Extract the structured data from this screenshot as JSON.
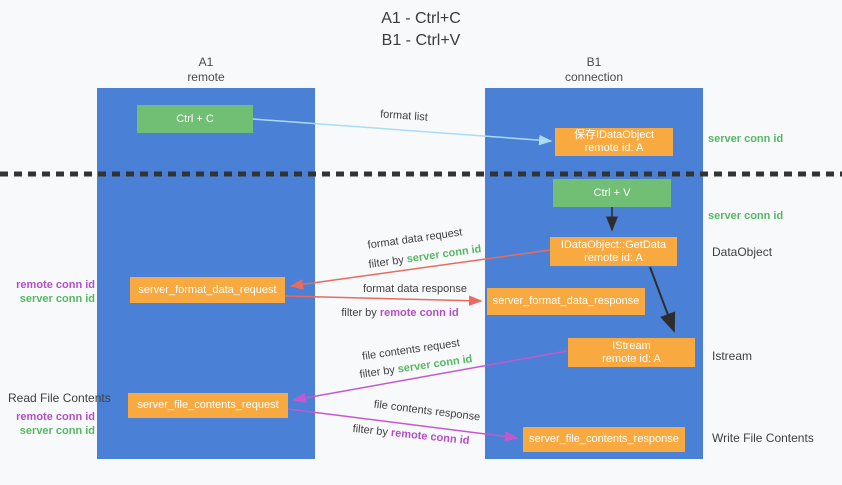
{
  "title": {
    "line1": "A1 - Ctrl+C",
    "line2": "B1 - Ctrl+V"
  },
  "lanes": {
    "left": {
      "title": "A1",
      "subtitle": "remote"
    },
    "right": {
      "title": "B1",
      "subtitle": "connection"
    }
  },
  "nodes": {
    "ctrl_c": {
      "label": "Ctrl + C"
    },
    "ctrl_v": {
      "label": "Ctrl + V"
    },
    "save_dataobject": {
      "line1": "保存IDataObject",
      "line2": "remote id: A"
    },
    "getdata": {
      "line1": "IDataObject::GetData",
      "line2": "remote id: A"
    },
    "istream": {
      "line1": "IStream",
      "line2": "remote id: A"
    },
    "server_format_data_request": {
      "label": "server_format_data_request"
    },
    "server_format_data_response": {
      "label": "server_format_data_response"
    },
    "server_file_contents_request": {
      "label": "server_file_contents_request"
    },
    "server_file_contents_response": {
      "label": "server_file_contents_response"
    }
  },
  "edges": {
    "format_list": {
      "label": "format list"
    },
    "format_data_request": {
      "label": "format data request",
      "filter_prefix": "filter by ",
      "filter_key": "server conn id"
    },
    "format_data_response": {
      "label": "format data response",
      "filter_prefix": "filter by ",
      "filter_key": "remote conn id"
    },
    "file_contents_request": {
      "label": "file contents request",
      "filter_prefix": "filter by ",
      "filter_key": "server conn id"
    },
    "file_contents_response": {
      "label": "file contents response",
      "filter_prefix": "filter by ",
      "filter_key": "remote conn id"
    }
  },
  "annotations": {
    "server_conn_id_top": "server conn id",
    "server_conn_id_mid": "server conn id",
    "dataobject": "DataObject",
    "istream": "Istream",
    "write_file_contents": "Write File Contents",
    "read_file_contents": "Read File Contents",
    "left_pair1": {
      "remote": "remote conn id",
      "server": "server conn id"
    },
    "left_pair2": {
      "remote": "remote conn id",
      "server": "server conn id"
    }
  },
  "colors": {
    "lane_blue": "#4a81d6",
    "box_green": "#71bf74",
    "box_orange": "#f8a940",
    "text_green": "#55b865",
    "text_purple": "#b44fc8",
    "arrow_red": "#e96b5f",
    "arrow_magenta": "#c558cd",
    "arrow_lightblue": "#aadcf5",
    "arrow_black": "#2d2d2d",
    "dotted_divider": "#333333"
  }
}
